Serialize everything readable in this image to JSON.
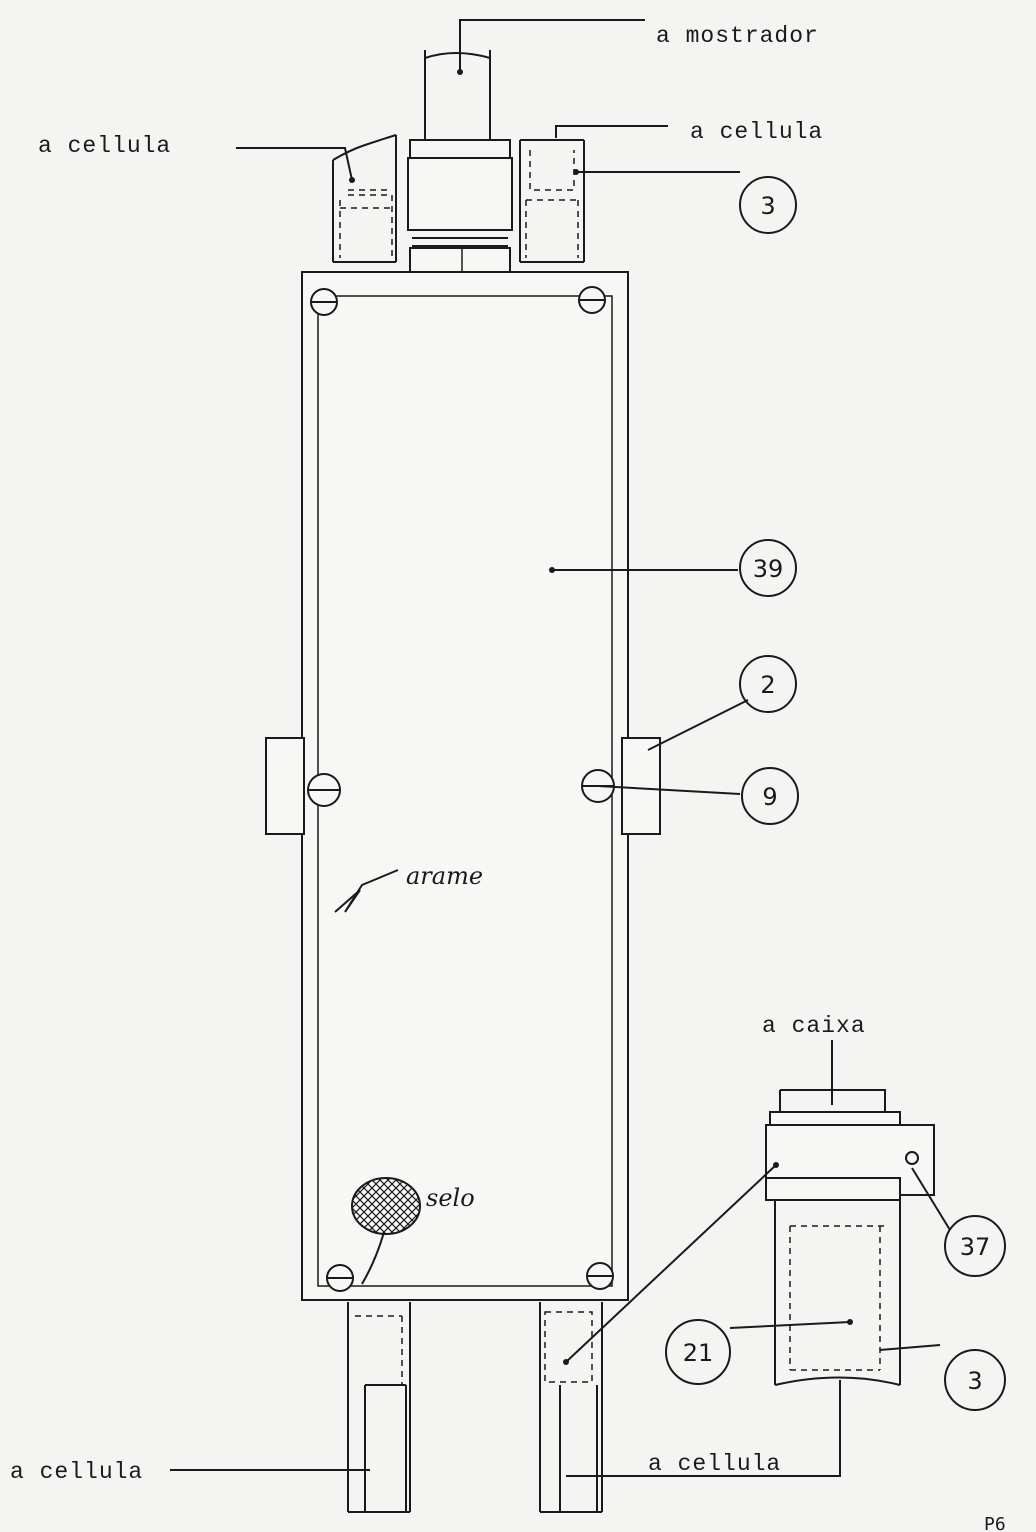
{
  "labels": {
    "top_display": "a mostrador",
    "top_left_cell": "a cellula",
    "top_right_cell": "a cellula",
    "bottom_left_cell": "a cellula",
    "bottom_right_cell": "a cellula",
    "caixa": "a caixa",
    "arame": "arame",
    "selo": "selo",
    "page_number": "P6"
  },
  "callouts": {
    "c3_top": "3",
    "c39": "39",
    "c2": "2",
    "c9": "9",
    "c37": "37",
    "c21": "21",
    "c3_bottom": "3"
  },
  "colors": {
    "ink": "#1a1a1a",
    "paper": "#f4f4f2"
  }
}
